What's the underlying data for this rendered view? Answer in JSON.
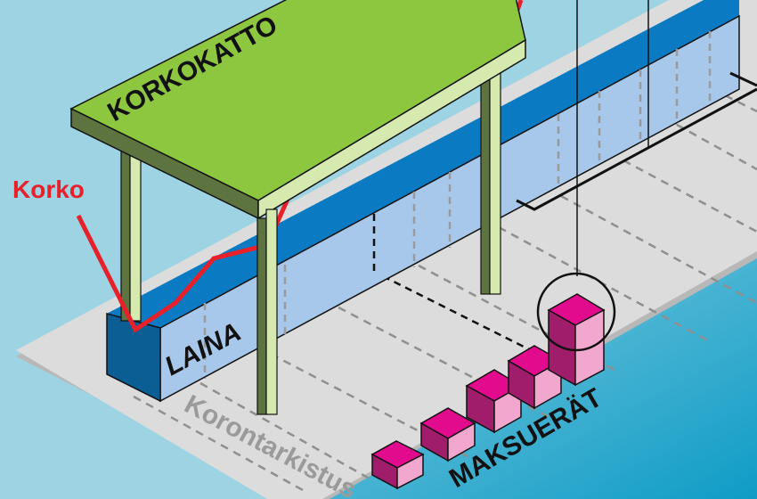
{
  "labels": {
    "roof": "KORKOKATTO",
    "rate": "Korko",
    "loan": "LAINA",
    "reset_period": "Korontarkistus",
    "installments": "MAKSUERÄT"
  },
  "colors": {
    "background": "#9dd3e3",
    "background_bottom": "#1fa3c9",
    "platform": "#dcdcdc",
    "platform_edge": "#b8b8b8",
    "roof_top": "#8dc63f",
    "roof_front": "#d6eab0",
    "roof_side": "#5d7440",
    "pillar_light": "#d6eab0",
    "pillar_dark": "#5d7440",
    "loan_top": "#0a7bc2",
    "loan_front": "#a7c8ea",
    "loan_end": "#0b5e94",
    "rate_line": "#e8202a",
    "cube_top": "#e20a8d",
    "cube_left": "#a01d6b",
    "cube_right": "#f2a7cf",
    "text_dark": "#111111",
    "text_grey": "#9a9a9a"
  },
  "installment_cubes": [
    {
      "index": 1,
      "height": 1
    },
    {
      "index": 2,
      "height": 1
    },
    {
      "index": 3,
      "height": 1.3
    },
    {
      "index": 4,
      "height": 1.6
    },
    {
      "index": 5,
      "height": 2.2,
      "highlighted": true
    }
  ]
}
